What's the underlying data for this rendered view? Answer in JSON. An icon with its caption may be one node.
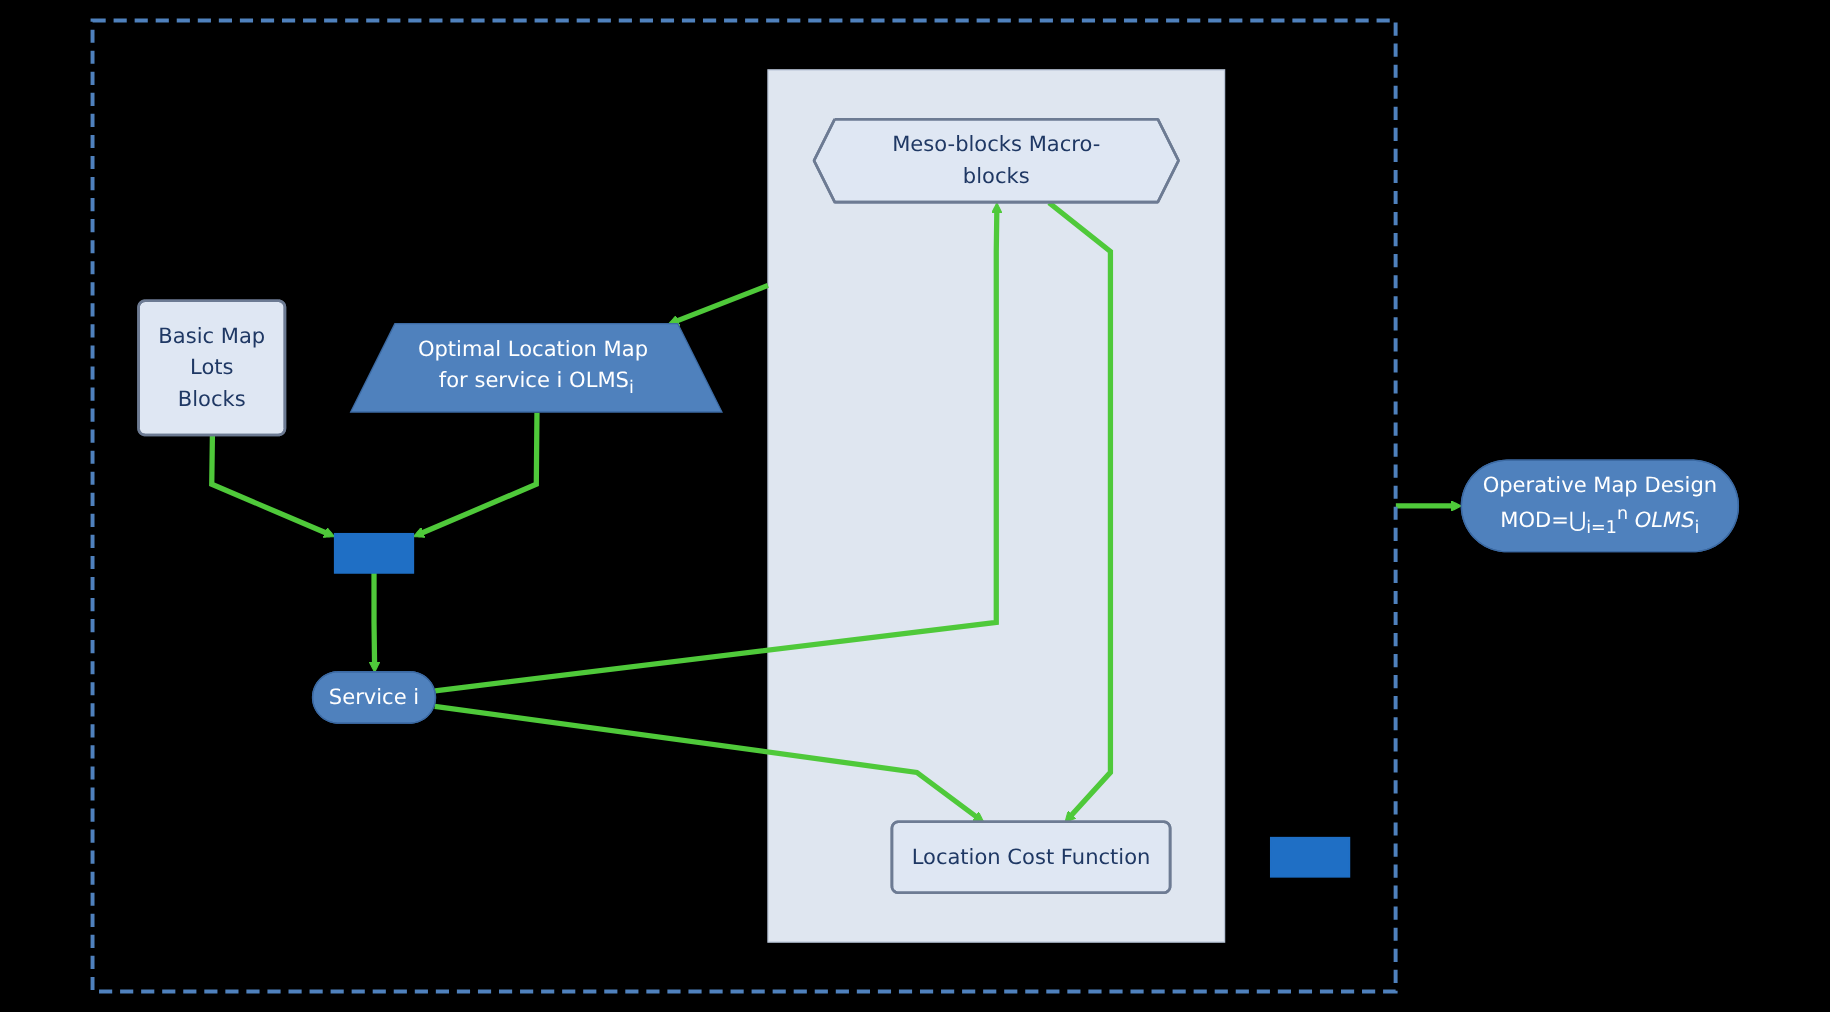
{
  "diagram": {
    "nodes": [
      {
        "text": [],
        "shape": "box"
      },
      {
        "text": [
          "Basic Map",
          "Lots",
          "Blocks"
        ],
        "in": 0
      },
      {
        "text": [],
        "shape": "box",
        "in": 0
      },
      {
        "text": [
          "Service i"
        ],
        "in": 0
      },
      {
        "text": [],
        "shape": "box",
        "in": 0
      },
      {
        "text": [
          "Meso-blocks Macro-blocks"
        ],
        "in": 4
      },
      {
        "text": [
          "Location Cost Function"
        ],
        "in": 4
      },
      {
        "text": [
          "Optimal Location Map for service i OLMS$_{i}$"
        ],
        "in": 0
      },
      {
        "text": [],
        "shape": "box",
        "in": 0
      },
      {
        "text": [
          "Operative Map Design",
          "MOD=⋃$_{i=1}$$^{n}$ *OLMS*$_{i}$"
        ]
      }
    ],
    "edges": [
      {
        "from": 1,
        "to": 2,
        "arrow": "to"
      },
      {
        "from": 2,
        "to": 3,
        "arrow": "to"
      },
      {
        "from": 3,
        "to": 5,
        "arrow": "to"
      },
      {
        "from": 3,
        "to": 6,
        "arrow": "to"
      },
      {
        "from": 5,
        "to": 6,
        "arrow": "to"
      },
      {
        "from": 4,
        "to": 7,
        "arrow": "to"
      },
      {
        "from": 7,
        "to": 2,
        "arrow": "to"
      },
      {
        "from": 0,
        "to": 9,
        "arrow": "to"
      }
    ]
  }
}
